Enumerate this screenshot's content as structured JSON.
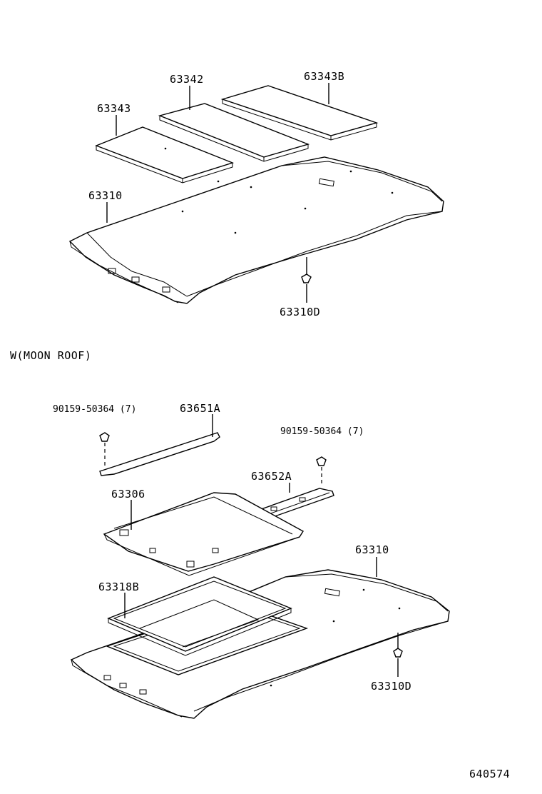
{
  "labels": {
    "p63343": "63343",
    "p63342": "63342",
    "p63343b": "63343B",
    "p63310_top": "63310",
    "p63310d_top": "63310D",
    "section_title": "W(MOON  ROOF)",
    "p90159_left": "90159-50364 (7)",
    "p63651a": "63651A",
    "p90159_right": "90159-50364 (7)",
    "p63652a": "63652A",
    "p63306": "63306",
    "p63310_bottom": "63310",
    "p63318b": "63318B",
    "p63310d_bottom": "63310D",
    "diagram_id": "640574"
  }
}
